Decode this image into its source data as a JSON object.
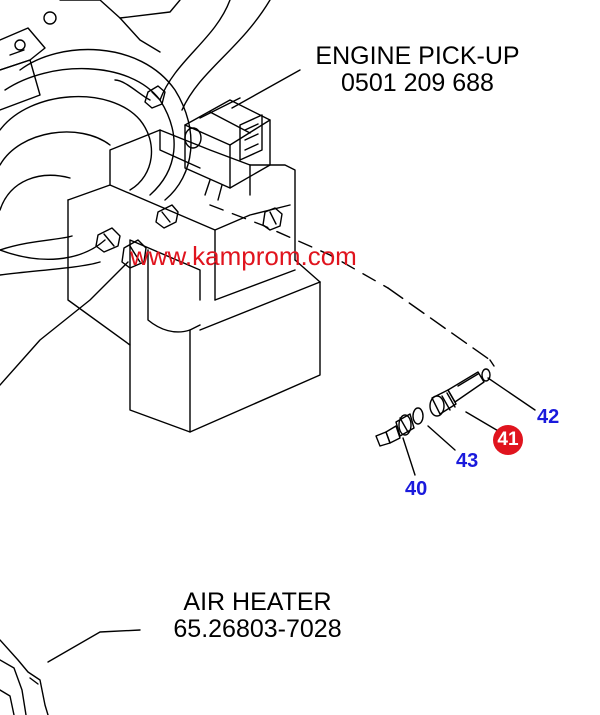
{
  "labels": {
    "engine_pickup": {
      "name": "ENGINE PICK-UP",
      "part_no": "0501 209 688"
    },
    "air_heater": {
      "name": "AIR HEATER",
      "part_no": "65.26803-7028"
    }
  },
  "callouts": [
    {
      "id": "42",
      "highlighted": false
    },
    {
      "id": "41",
      "highlighted": true
    },
    {
      "id": "43",
      "highlighted": false
    },
    {
      "id": "40",
      "highlighted": false
    }
  ],
  "watermark": "www.kamprom.com",
  "colors": {
    "callout_text": "#1a1adc",
    "highlight_badge": "#e0141e",
    "watermark": "#e0141e",
    "line_art": "#000000"
  }
}
